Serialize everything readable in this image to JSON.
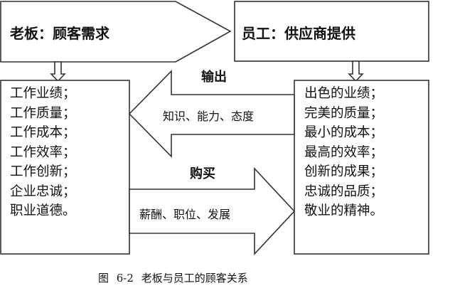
{
  "boss": {
    "title": "老板：顾客需求",
    "items": [
      "工作业绩；",
      "工作质量；",
      "工作成本；",
      "工作效率；",
      "工作创新；",
      "企业忠诚；",
      "职业道德。"
    ]
  },
  "employee": {
    "title": "员工：供应商提供",
    "items": [
      "出色的业绩；",
      "完美的质量；",
      "最小的成本；",
      "最高的效率；",
      "创新的成果；",
      "忠诚的品质；",
      "敬业的精神。"
    ]
  },
  "output_arrow": {
    "heading": "输出",
    "label": "知识、能力、态度"
  },
  "buy_arrow": {
    "heading": "购买",
    "label": "薪酬、职位、发展"
  },
  "caption": {
    "figure": "图 6-2",
    "text": "老板与员工的顾客关系"
  }
}
